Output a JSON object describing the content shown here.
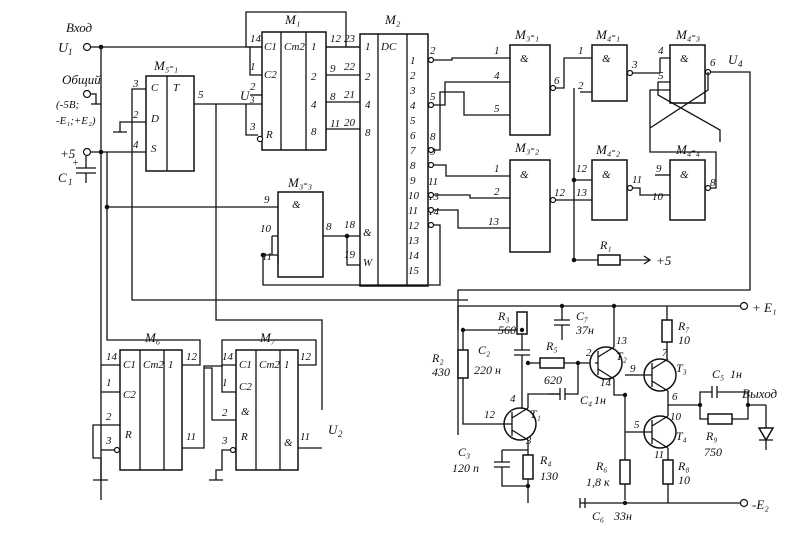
{
  "inputs": {
    "u1_label": "U",
    "u1_sub": "1",
    "vhod": "Вход",
    "obshchiy": "Общий",
    "supply_note_1": "(-5В;",
    "supply_note_2": "-E₁;+E₂)",
    "plus5": "+5",
    "c1": "C",
    "c1_sub": "1"
  },
  "blocks": {
    "m1": {
      "title": "M₁",
      "func": "Ст2",
      "pins_left": [
        "14",
        "1",
        "2",
        "3"
      ],
      "pins_left_names": [
        "C1",
        "C2",
        "R"
      ],
      "pins_right": [
        "12",
        "9",
        "8",
        "11"
      ],
      "pins_right_names": [
        "1",
        "2",
        "4",
        "8"
      ]
    },
    "m2": {
      "title": "M₂",
      "func": "DC",
      "left_in": [
        "23",
        "22",
        "21",
        "20",
        "18",
        "19"
      ],
      "left_names": [
        "1",
        "2",
        "4",
        "8",
        "&",
        "W"
      ],
      "outs": [
        "1",
        "2",
        "3",
        "4",
        "5",
        "6",
        "7",
        "8",
        "9",
        "10",
        "11",
        "12",
        "13",
        "14",
        "15"
      ],
      "out_pins": [
        "2",
        "5",
        "8",
        "9",
        "11",
        "13",
        "14"
      ]
    },
    "m31": {
      "title": "M₃-₁",
      "func": "&",
      "pins": [
        "1",
        "4",
        "5",
        "6"
      ]
    },
    "m32": {
      "title": "M₃-₂",
      "func": "&",
      "pins": [
        "1",
        "2",
        "13",
        "12"
      ]
    },
    "m33": {
      "title": "M₃-₃",
      "func": "&",
      "pins": [
        "9",
        "10",
        "11",
        "8"
      ]
    },
    "m41": {
      "title": "M₄-₁",
      "func": "&",
      "pins": [
        "1",
        "2",
        "3"
      ]
    },
    "m42": {
      "title": "M₄-₂",
      "func": "&",
      "pins": [
        "12",
        "13",
        "11"
      ]
    },
    "m43": {
      "title": "M₄-₃",
      "func": "&",
      "pins": [
        "4",
        "5",
        "6"
      ]
    },
    "m44": {
      "title": "M₄-₄",
      "func": "&",
      "pins": [
        "9",
        "10",
        "8"
      ]
    },
    "m51": {
      "title": "M₅-₁",
      "func": "T",
      "pins": [
        "3",
        "2",
        "4",
        "5"
      ],
      "names": [
        "C",
        "D",
        "S"
      ]
    },
    "m6": {
      "title": "M₆",
      "func": "Ст2",
      "pins": [
        "14",
        "1",
        "2",
        "3",
        "12",
        "11"
      ],
      "names": [
        "C1",
        "C2",
        "R",
        "1"
      ]
    },
    "m7": {
      "title": "M₇",
      "func": "Ст2",
      "pins": [
        "14",
        "1",
        "2",
        "3",
        "12",
        "11"
      ],
      "names": [
        "C1",
        "C2",
        "&",
        "R",
        "1",
        "&"
      ]
    }
  },
  "signals": {
    "u2": "U",
    "u2_sub": "2",
    "u3": "U",
    "u3_sub": "3",
    "u4": "U",
    "u4_sub": "4"
  },
  "components": {
    "r1": "R₁",
    "plus5_out": "+5",
    "r2": "R₂",
    "r2_val": "430",
    "r3": "R₃",
    "r3_val": "560",
    "r4": "R₄",
    "r4_val": "130",
    "r5": "R₅",
    "r5_val": "620",
    "r6": "R₆",
    "r6_val": "1,8 к",
    "r7": "R₇",
    "r7_val": "10",
    "r8": "R₈",
    "r8_val": "10",
    "r9": "R₉",
    "r9_val": "750",
    "c2": "C₂",
    "c2_val": "220 н",
    "c3": "C₃",
    "c3_val": "120 п",
    "c4": "C₄",
    "c4_val": "1н",
    "c5": "C₅",
    "c5_val": "1н",
    "c6": "C₆",
    "c6_val": "33н",
    "c7": "C₇",
    "c7_val": "37н",
    "t1": "T₁",
    "t2": "T₂",
    "t3": "T₃",
    "t4": "T₄",
    "e1": "+ E₁",
    "e2": "-E₂",
    "vyhod": "Выход",
    "t_pins": [
      "12",
      "4",
      "3",
      "13",
      "2",
      "14",
      "7",
      "9",
      "6",
      "10",
      "5",
      "11"
    ]
  }
}
